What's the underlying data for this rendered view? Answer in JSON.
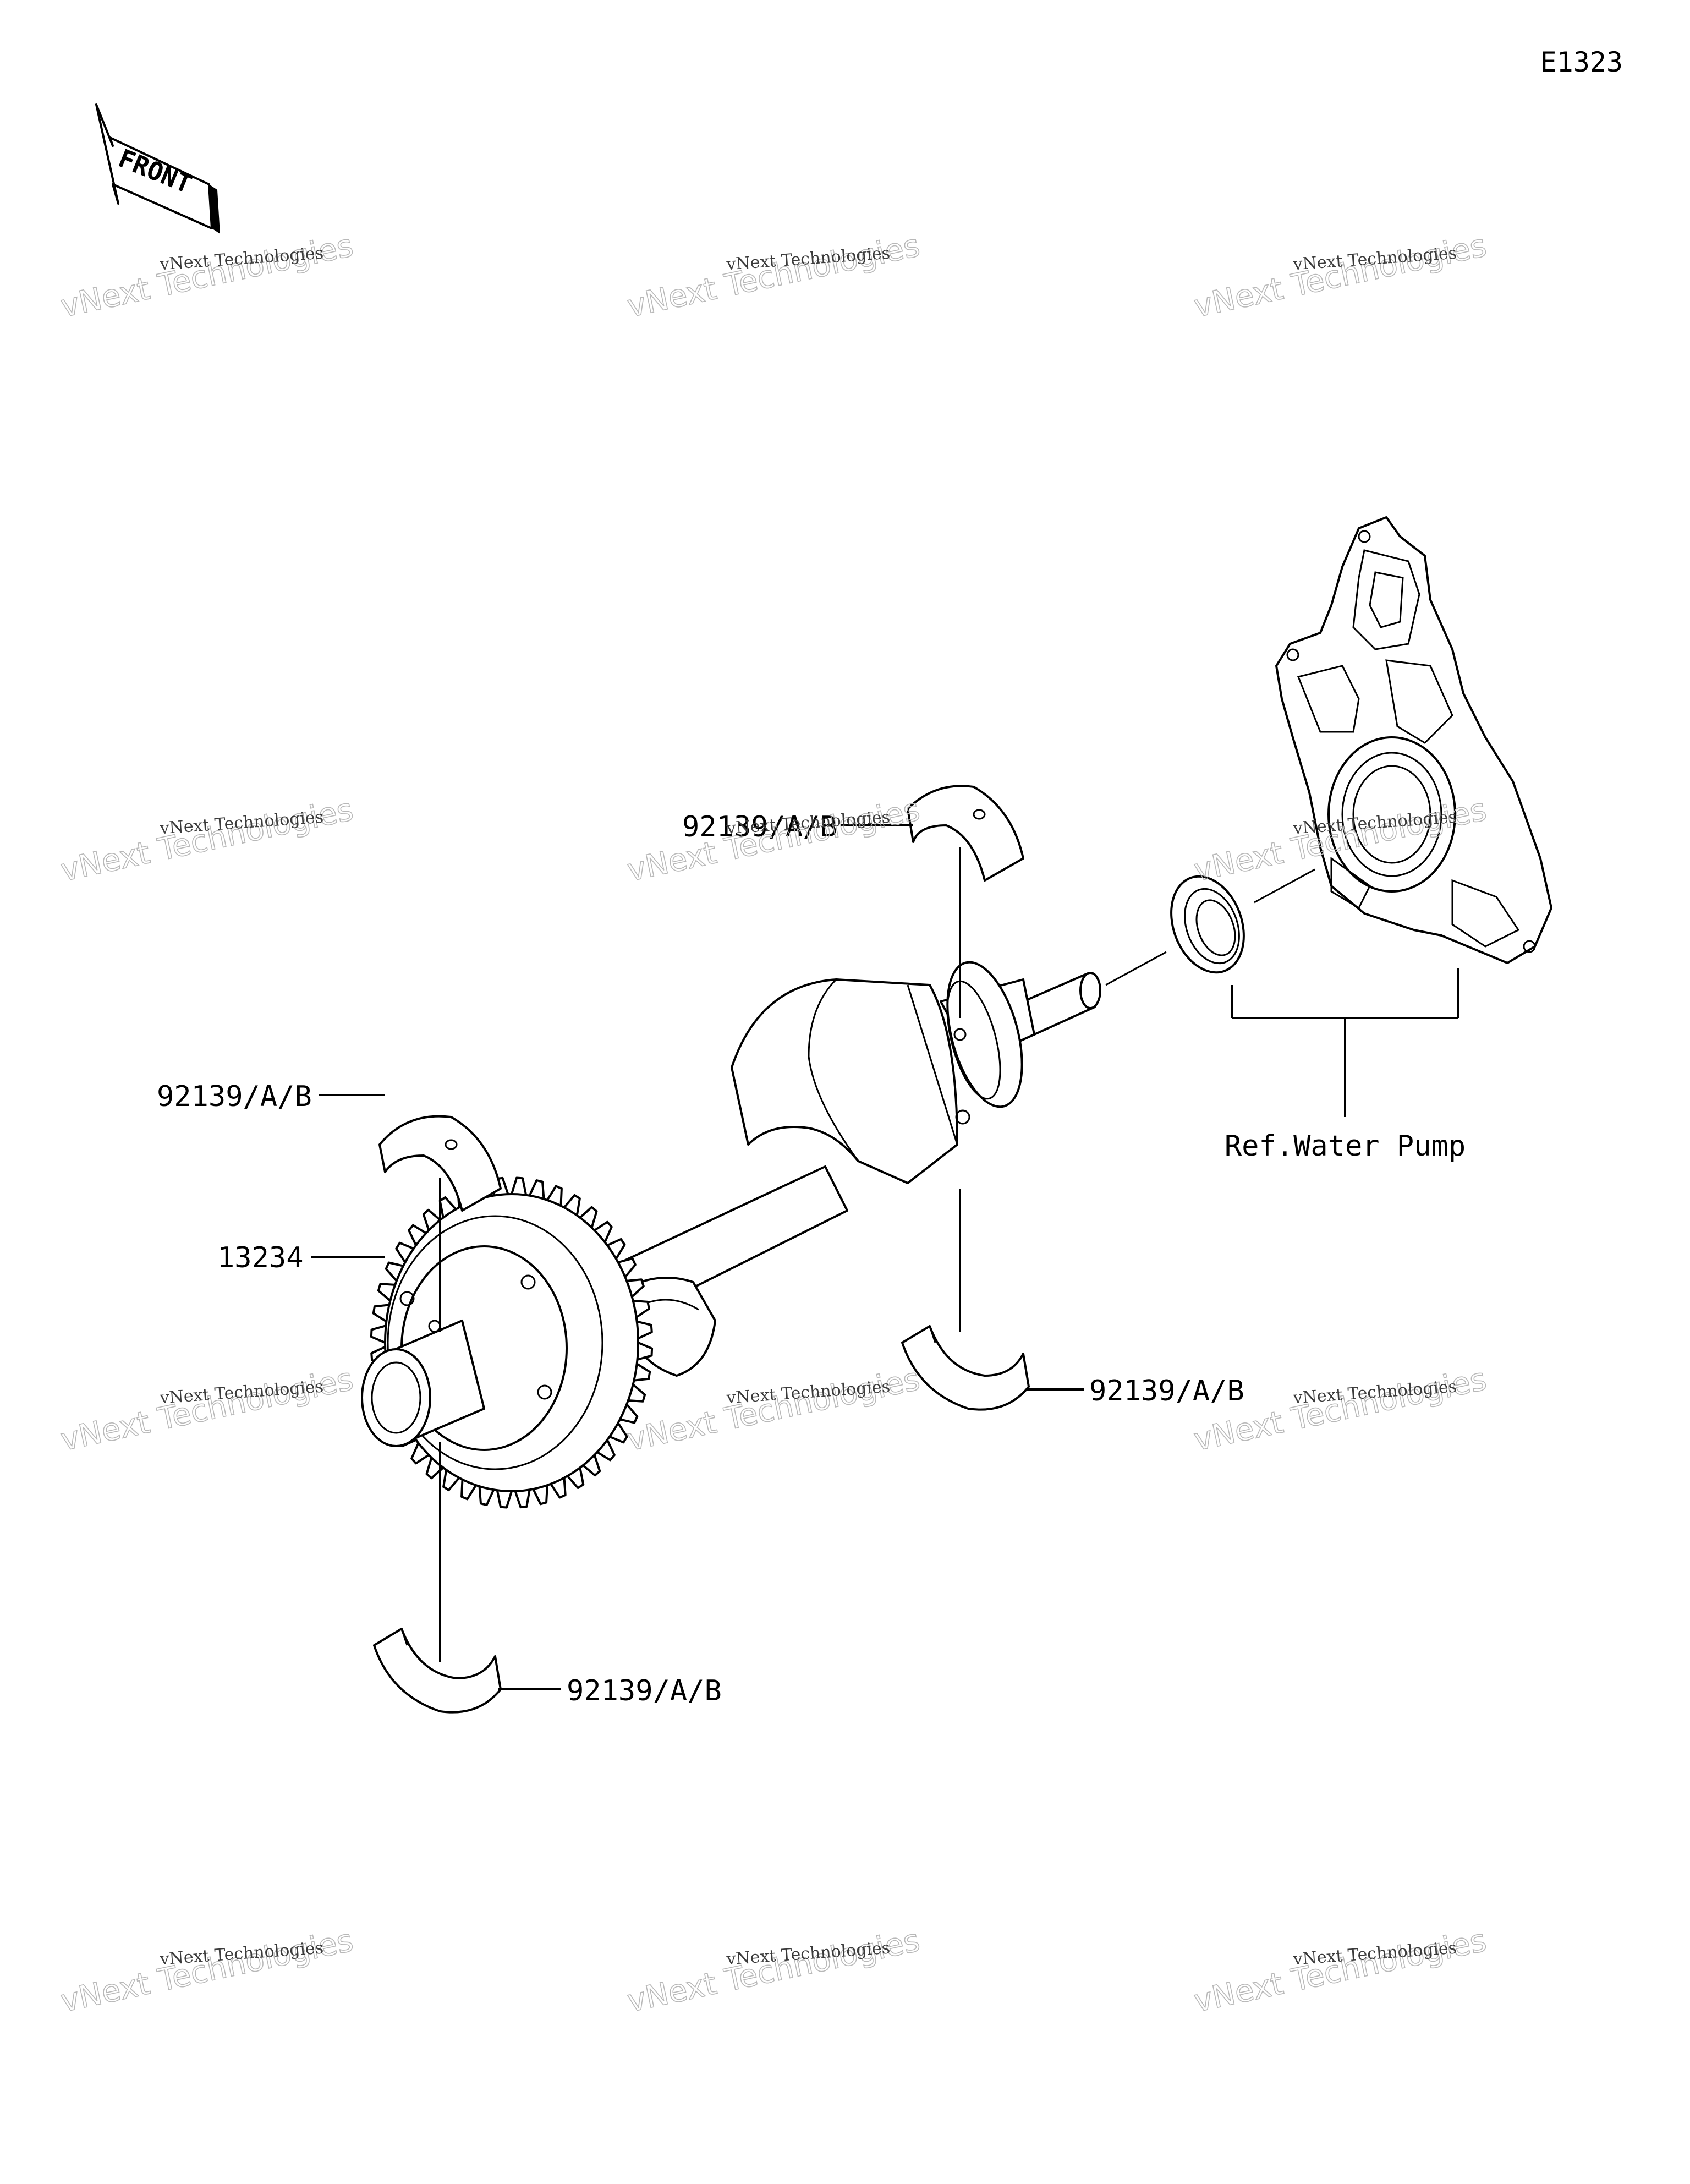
{
  "diagram": {
    "code": "E1323",
    "front_arrow_label": "FRONT",
    "callouts": {
      "bearing_top_right": "92139/A/B",
      "bearing_top_left": "92139/A/B",
      "gear": "13234",
      "bearing_lower_right": "92139/A/B",
      "bearing_bottom": "92139/A/B",
      "reference": "Ref.Water Pump"
    },
    "watermark": {
      "line1": "vNext Technologies",
      "line2": "vNext Technologies"
    }
  }
}
